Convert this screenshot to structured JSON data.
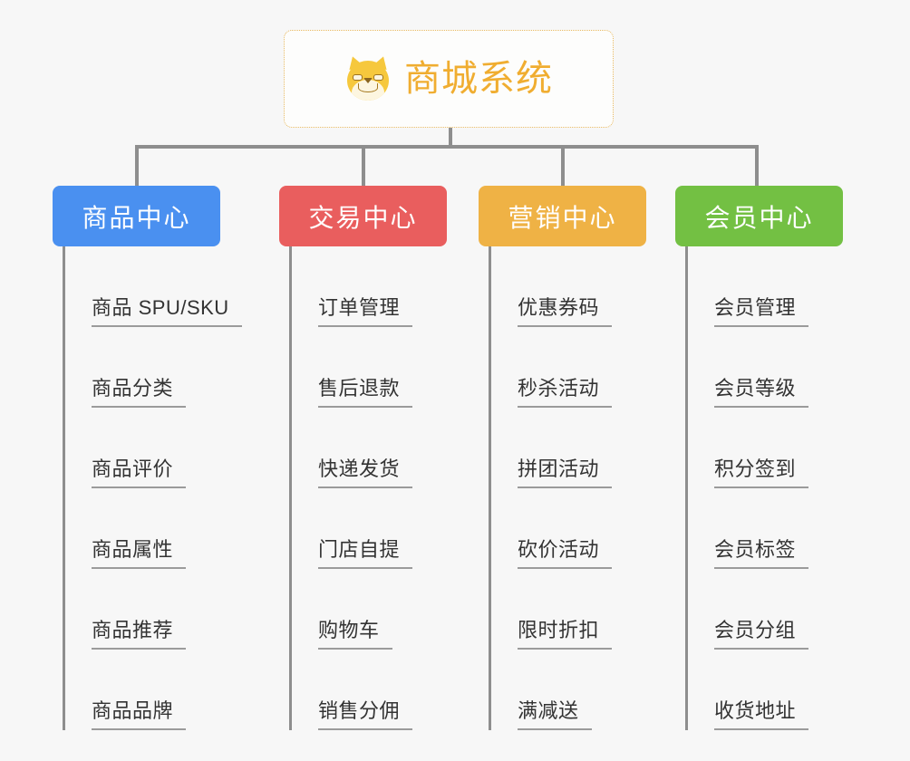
{
  "root": {
    "title": "商城系统",
    "icon": "shiba-dog-face-icon",
    "border_color": "#e8b961",
    "text_color": "#f0ad30",
    "background": "#fdfdfc"
  },
  "canvas": {
    "background": "#f7f7f7",
    "connector_color": "#8e8e8e"
  },
  "branches": [
    {
      "label": "商品中心",
      "color": "#4a90f0",
      "items": [
        "商品 SPU/SKU",
        "商品分类",
        "商品评价",
        "商品属性",
        "商品推荐",
        "商品品牌"
      ]
    },
    {
      "label": "交易中心",
      "color": "#e95e5e",
      "items": [
        "订单管理",
        "售后退款",
        "快递发货",
        "门店自提",
        "购物车",
        "销售分佣"
      ]
    },
    {
      "label": "营销中心",
      "color": "#efb245",
      "items": [
        "优惠券码",
        "秒杀活动",
        "拼团活动",
        "砍价活动",
        "限时折扣",
        "满减送"
      ]
    },
    {
      "label": "会员中心",
      "color": "#73c043",
      "items": [
        "会员管理",
        "会员等级",
        "积分签到",
        "会员标签",
        "会员分组",
        "收货地址"
      ]
    }
  ]
}
